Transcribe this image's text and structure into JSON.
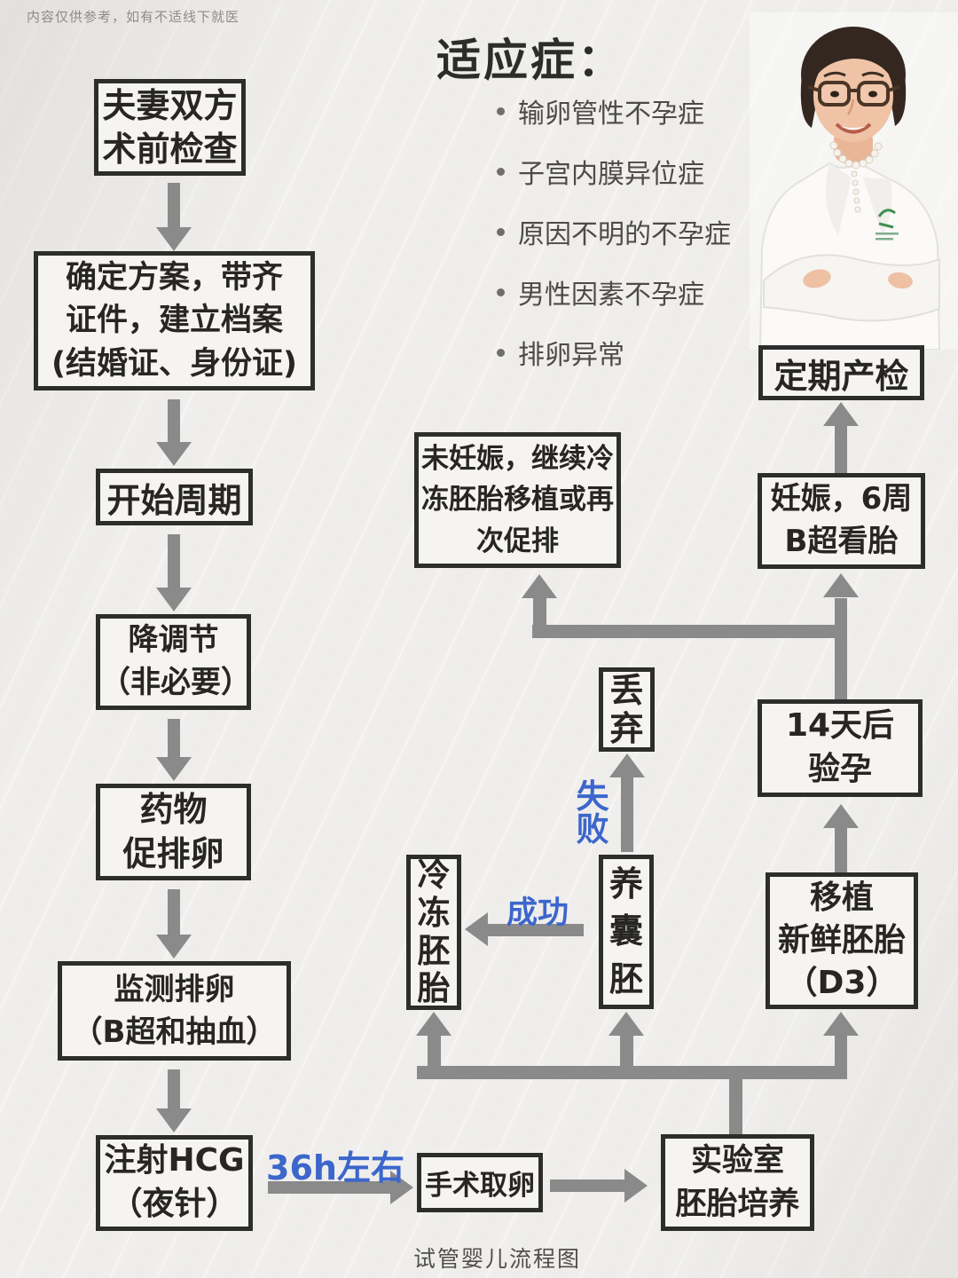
{
  "page": {
    "disclaimer": "内容仅供参考，如有不适线下就医",
    "footer_caption": "试管婴儿流程图"
  },
  "indications": {
    "title": "适应症：",
    "items": [
      "输卵管性不孕症",
      "子宫内膜异位症",
      "原因不明的不孕症",
      "男性因素不孕症",
      "排卵异常"
    ]
  },
  "flow": {
    "pre_check": "夫妻双方\n术前检查",
    "plan": "确定方案，带齐\n证件，建立档案\n(结婚证、身份证)",
    "cycle_start": "开始周期",
    "down_regulation": "降调节\n（非必要）",
    "stimulation": "药物\n促排卵",
    "monitor": "监测排卵\n（B超和抽血）",
    "hcg": "注射HCG\n（夜针）",
    "egg_retrieval": "手术取卵",
    "lab_culture": "实验室\n胚胎培养",
    "frozen_embryo": "冷\n冻\n胚\n胎",
    "blastocyst": "养\n囊\n胚",
    "discard": "丢\n弃",
    "fresh_transfer": "移植\n新鲜胚胎\n（D3）",
    "pregnancy_test": "14天后\n验孕",
    "not_pregnant": "未妊娠，继续冷\n冻胚胎移植或再\n次促排",
    "pregnant": "妊娠，6周\nB超看胎",
    "prenatal_check": "定期产检"
  },
  "edge_labels": {
    "hcg_to_retrieval": "36h左右",
    "success": "成功",
    "fail": "失\n败"
  },
  "colors": {
    "accent_blue": "#3c66cc",
    "arrow_gray": "#8a8a8a",
    "box_border": "#2d2d2b",
    "background": "#f0efed"
  }
}
